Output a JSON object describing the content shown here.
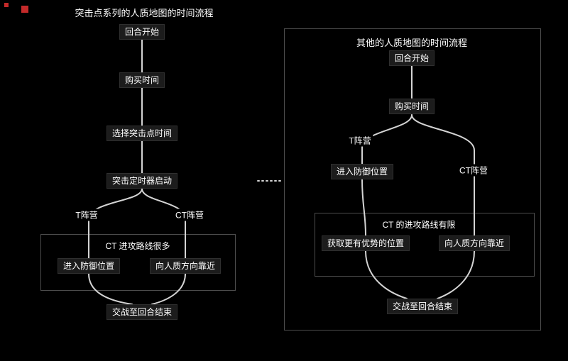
{
  "colors": {
    "background": "#000000",
    "node_bg": "#1c1c1c",
    "node_border": "#2f2f2f",
    "edge": "#d4d4d4",
    "panel_border": "#4d4d4d",
    "text": "#ffffff",
    "marker_red": "#c42a2a"
  },
  "left_chart": {
    "title": "突击点系列的人质地图的时间流程",
    "nodes": {
      "round_start": "回合开始",
      "buy_time": "购买时间",
      "choose_assault_point_time": "选择突击点时间",
      "assault_timer_start": "突击定时器启动",
      "fight_to_round_end": "交战至回合结束"
    },
    "edge_labels": {
      "t_side": "T阵营",
      "ct_side": "CT阵营"
    },
    "group": {
      "label": "CT 进攻路线很多",
      "nodes": {
        "enter_defense_position": "进入防御位置",
        "approach_hostages": "向人质方向靠近"
      }
    }
  },
  "right_chart": {
    "title": "其他的人质地图的时间流程",
    "nodes": {
      "round_start": "回合开始",
      "buy_time": "购买时间",
      "enter_defense_position": "进入防御位置",
      "fight_to_round_end": "交战至回合结束"
    },
    "edge_labels": {
      "t_side": "T阵营",
      "ct_side": "CT阵营"
    },
    "group": {
      "label": "CT 的进攻路线有限",
      "nodes": {
        "get_better_position": "获取更有优势的位置",
        "approach_hostages": "向人质方向靠近"
      }
    }
  }
}
